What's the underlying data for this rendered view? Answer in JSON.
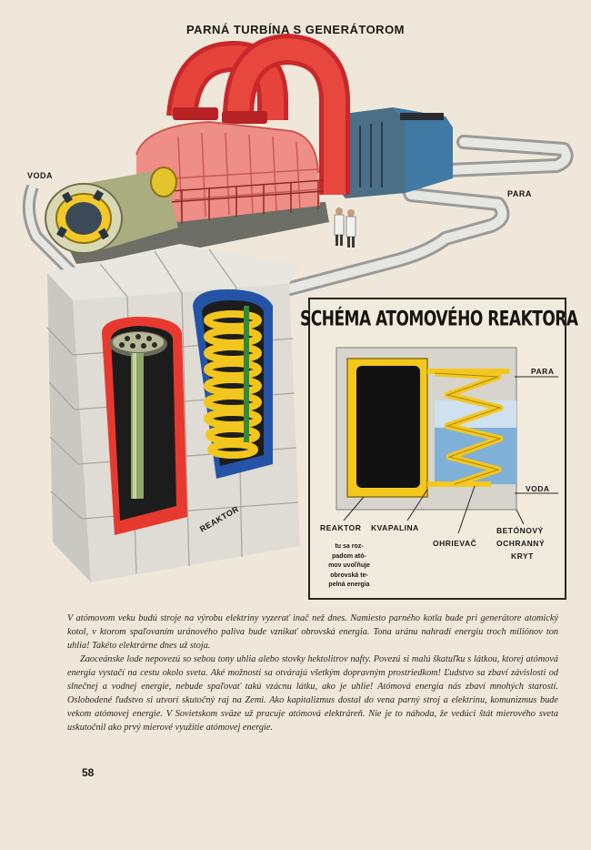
{
  "illustration": {
    "title": "PARNÁ TURBÍNA S GENERÁTOROM",
    "labels": {
      "voda": "VODA",
      "para": "PARA",
      "reaktor": "REAKTOR"
    }
  },
  "schema": {
    "title": "SCHÉMA ATOMOVÉHO REAKTORA",
    "labels": {
      "para": "PARA",
      "voda": "VODA",
      "reaktor": "REAKTOR",
      "kvapalina": "KVAPALINA",
      "ohrievac": "OHRIEVAČ",
      "kryt_line1": "BETÓNOVÝ",
      "kryt_line2": "OCHRANNÝ",
      "kryt_line3": "KRYT"
    },
    "note_lines": [
      "tu sa roz-",
      "padom ató-",
      "mov uvoľňuje",
      "obrovská te-",
      "pelná energia"
    ]
  },
  "body": {
    "paragraph1": "V atómovom veku budú stroje na výrobu elektriny vyzerať inač než dnes. Namiesto parného kotla bude pri generátore atomický kotol, v ktorom spaľovaním uránového paliva bude vznikať obrovská energia. Tona uránu nahradí energiu troch miliónov ton uhlia! Takéto elektrárne dnes už stoja.",
    "paragraph2": "Zaoceánske lode nepovezú so sebou tony uhlia alebo stovky hektolitrov nafty. Povezú si malú škatuľku s látkou, ktorej atómová energia vystačí na cestu okolo sveta. Aké možnosti sa otvárajú všetkým dopravným prostriedkom! Ľudstvo sa zbaví závislosti od slnečnej a vodnej energie, nebude spaľovať takú vzácnu látku, ako je uhlie! Atómová energia nás zbaví mnohých starostí. Oslobodené ľudstvo si utvorí skutočný raj na Zemi. Ako kapitalizmus dostal do vena parný stroj a elektrinu, komunizmus bude vekom atómovej energie. V Sovietskom sväze už pracuje atómová elektráreň. Nie je to náhoda, že vedúci štát mierového sveta uskutočnil ako prvý mierové využitie atómovej energie."
  },
  "page_number": "58",
  "colors": {
    "paper": "#efe8da",
    "pipe_red": "#e2342f",
    "turbine_pink": "#ef8e86",
    "generator_blue": "#3f79a4",
    "coil_yellow": "#f2c61c",
    "concrete_gray": "#d9d9d2",
    "reactor_blue": "#2553a6",
    "water_blue": "#7fb0d8"
  }
}
